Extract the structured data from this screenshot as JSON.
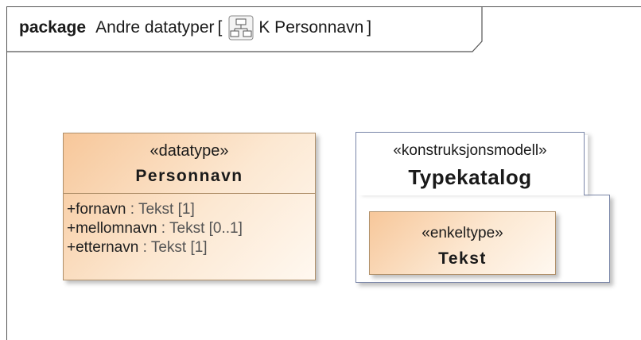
{
  "frame": {
    "keyword": "package",
    "name": "Andre datatyper",
    "bracket_open": "[",
    "diagram_icon": "class-diagram-icon",
    "diagram_name": "K Personnavn",
    "bracket_close": "]"
  },
  "elements": {
    "personnavn": {
      "stereotype": "«datatype»",
      "name": "Personnavn",
      "attributes": [
        {
          "name": "+fornavn",
          "type": " : Tekst [1]"
        },
        {
          "name": "+mellomnavn",
          "type": " : Tekst [0..1]"
        },
        {
          "name": "+etternavn",
          "type": " : Tekst [1]"
        }
      ]
    },
    "typekatalog": {
      "stereotype": "«konstruksjonsmodell»",
      "name": "Typekatalog"
    },
    "tekst": {
      "stereotype": "«enkeltype»",
      "name": "Tekst"
    }
  },
  "colors": {
    "class_fill_start": "#f7c79a",
    "class_fill_end": "#fff8f0",
    "class_border": "#b0906a",
    "package_border": "#7a86a8",
    "frame_border": "#555555"
  }
}
